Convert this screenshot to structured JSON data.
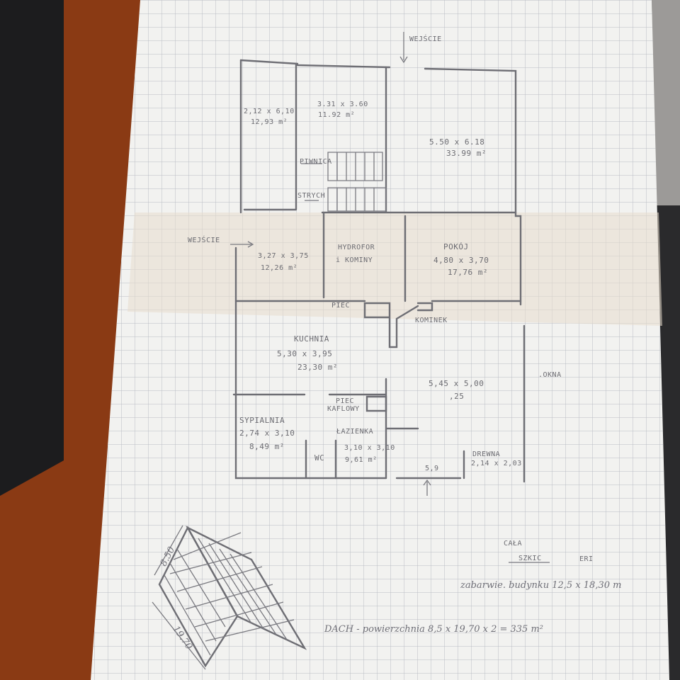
{
  "colors": {
    "paper": "#f2f2f0",
    "grid": "#b9bcc4",
    "pencil": "#6e6e74",
    "wood": "#8a3a14",
    "desk_dark": "#2a2a2c"
  },
  "plan": {
    "entrance_top": "WEJŚCIE",
    "entrance_left": "WEJŚCIE",
    "room_left": {
      "dims": "2,12 x 6,10",
      "area": "12,93 m²"
    },
    "room_stairs": {
      "dims": "3.31 x 3.60",
      "area": "11.92 m²",
      "basement": "PIWNICA",
      "attic": "STRYCH"
    },
    "room_big": {
      "dims": "5.50 x 6.18",
      "area": "33.99 m²"
    },
    "room_hall": {
      "dims": "3,27 x 3,75",
      "area": "12,26 m²"
    },
    "hydrofor": {
      "line1": "HYDROFOR",
      "line2": "i KOMINY"
    },
    "pokoj": {
      "name": "POKÓJ",
      "dims": "4,80 x 3,70",
      "area": "17,76 m²"
    },
    "piec_top": "PIEC",
    "kominek": "KOMINEK",
    "kuchnia": {
      "name": "KUCHNIA",
      "dims": "5,30 x 3,95",
      "area": "23,30 m²"
    },
    "salon": {
      "dims": "5,45 x 5,00",
      "area": ",25"
    },
    "okna": ".OKNA",
    "piec_kaflowy": {
      "line1": "PIEC",
      "line2": "KAFLOWY"
    },
    "sypialnia": {
      "name": "SYPIALNIA",
      "dims": "2,74 x 3,10",
      "area": "8,49 m²"
    },
    "lazienka": {
      "name": "ŁAZIENKA",
      "dims": "3,10 x 3,10",
      "area": "9,61 m²"
    },
    "wc": "WC",
    "drewna": {
      "name": "DREWNA",
      "dims": "2,14 x 2,03"
    },
    "small_dim": "5,9"
  },
  "notes": {
    "cala": "CAŁA",
    "szkic": "SZKIC",
    "eri": "ERI",
    "outer": "zabarwie. budynku 12,5 x 18,30 m",
    "roof": "DACH - powierzchnia 8,5 x 19,70 x 2 = 335 m²"
  },
  "roof_sketch": {
    "side_a": "8.50",
    "side_b": "19.70"
  }
}
